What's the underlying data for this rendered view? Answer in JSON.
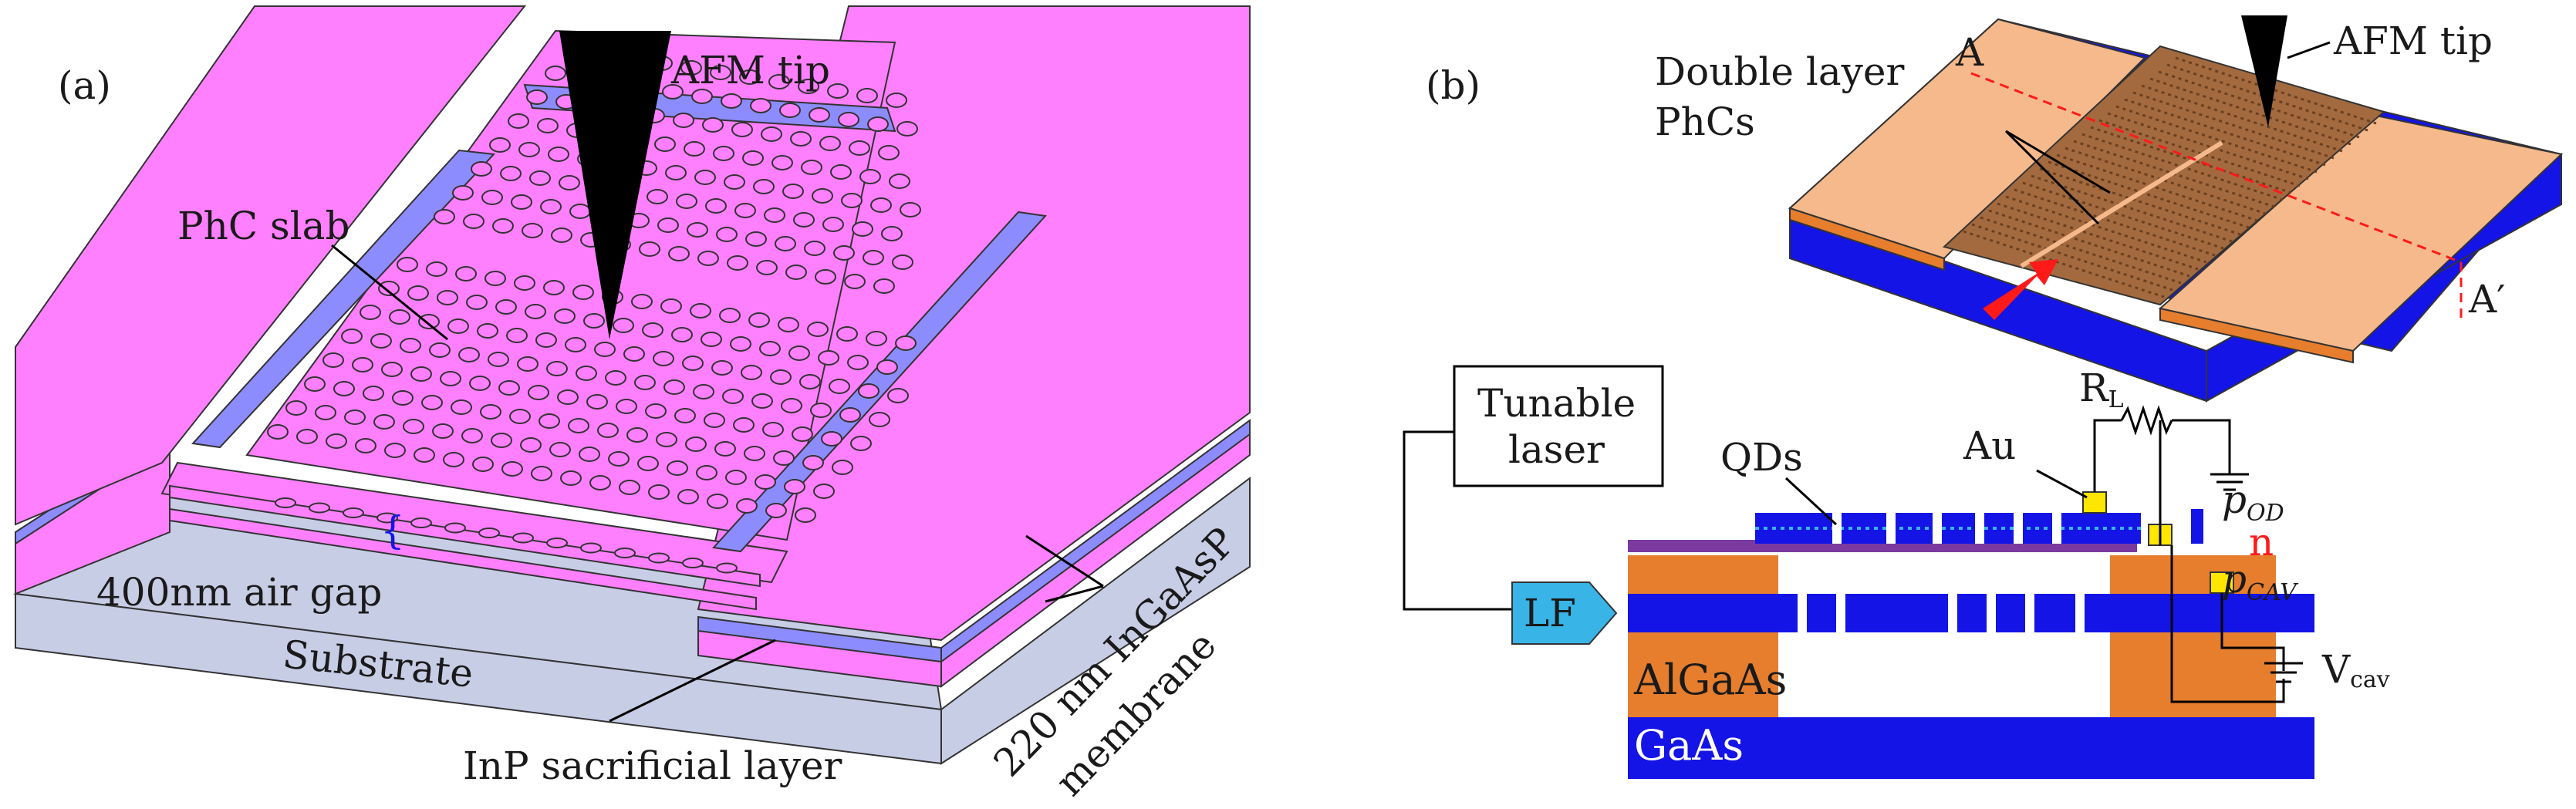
{
  "panel_a": {
    "tag": "(a)",
    "afm_tip": "AFM tip",
    "phc_slab": "PhC slab",
    "air_gap": "400nm air gap",
    "substrate": "Substrate",
    "sacrificial": "InP sacrificial layer",
    "membrane_line1": "220 nm InGaAsP",
    "membrane_line2": "membrane",
    "brace": "{"
  },
  "panel_b": {
    "tag": "(b)",
    "afm_tip": "AFM tip",
    "double_line1": "Double layer",
    "double_line2": "PhCs",
    "section_a": "A",
    "section_a_prime": "A′",
    "tunable_line1": "Tunable",
    "tunable_line2": "laser",
    "lf": "LF",
    "qds": "QDs",
    "au": "Au",
    "r_main": "R",
    "r_sub": "L",
    "p_od_main": "p",
    "p_od_sub": "OD",
    "n_label": "n",
    "p_cav_main": "p",
    "p_cav_sub": "CAV",
    "v_main": "V",
    "v_sub": "cav",
    "algaas": "AlGaAs",
    "gaas": "GaAs"
  },
  "colors": {
    "pink": "#ff80ff",
    "lavender": "#8c8cff",
    "substrate": "#c8cde6",
    "blue": "#1414e6",
    "orange": "#e67e2e",
    "peach": "#f5b98c",
    "gold": "#ffe600",
    "cyan": "#38b4e6",
    "red": "#ff1a1a",
    "purple": "#7a3aa0"
  }
}
